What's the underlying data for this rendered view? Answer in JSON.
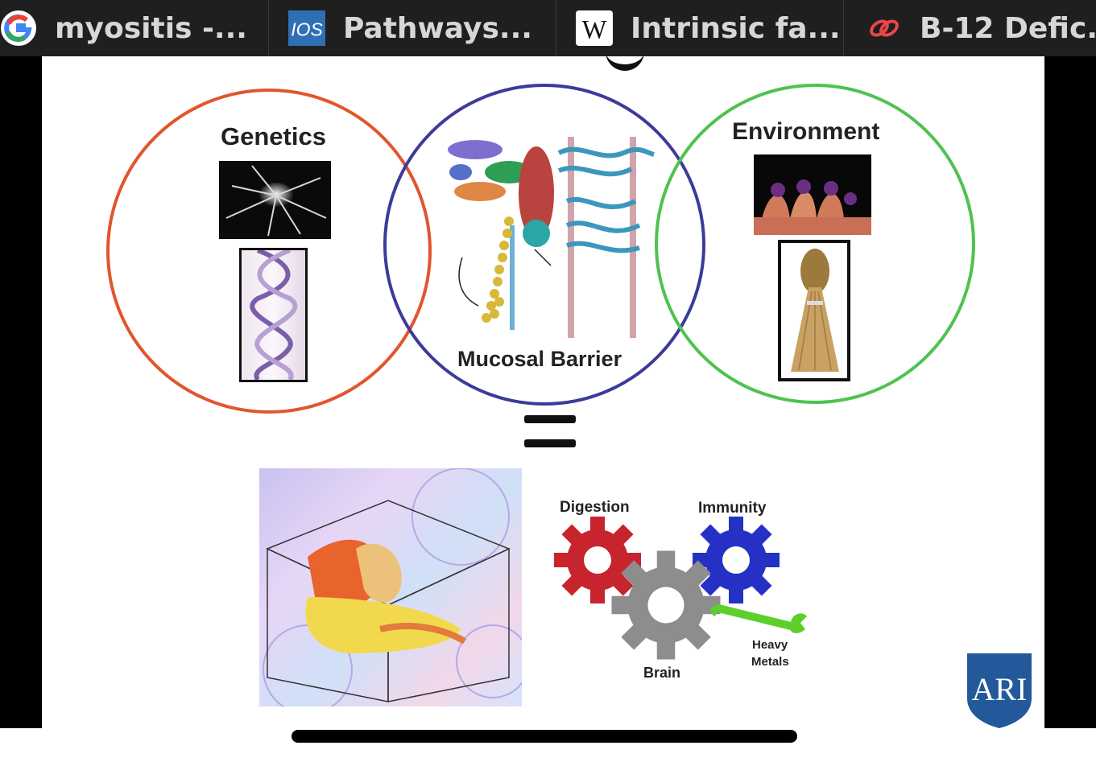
{
  "browser": {
    "tabs": [
      {
        "title": "myositis -...",
        "icon": "google-icon"
      },
      {
        "title": "Pathways...",
        "icon": "ios-icon",
        "icon_text": "IOS"
      },
      {
        "title": "Intrinsic fa...",
        "icon": "wikipedia-icon",
        "icon_text": "W"
      },
      {
        "title": "B-12 Defic...",
        "icon": "link-icon"
      }
    ]
  },
  "slide": {
    "circles": {
      "genetics": {
        "label": "Genetics",
        "color": "#e2552d"
      },
      "mucosal": {
        "label": "Mucosal Barrier",
        "color": "#3b3b9a"
      },
      "environment": {
        "label": "Environment",
        "color": "#4fc24f"
      }
    },
    "equals_sign": "=",
    "gears": {
      "digestion": {
        "label": "Digestion",
        "color": "#c8242e"
      },
      "immunity": {
        "label": "Immunity",
        "color": "#2531c4"
      },
      "brain": {
        "label": "Brain",
        "color": "#8d8d8d"
      },
      "metals_line1": "Heavy",
      "metals_line2": "Metals",
      "wrench_color": "#5ccf2b"
    },
    "logo_text": "ARI"
  }
}
